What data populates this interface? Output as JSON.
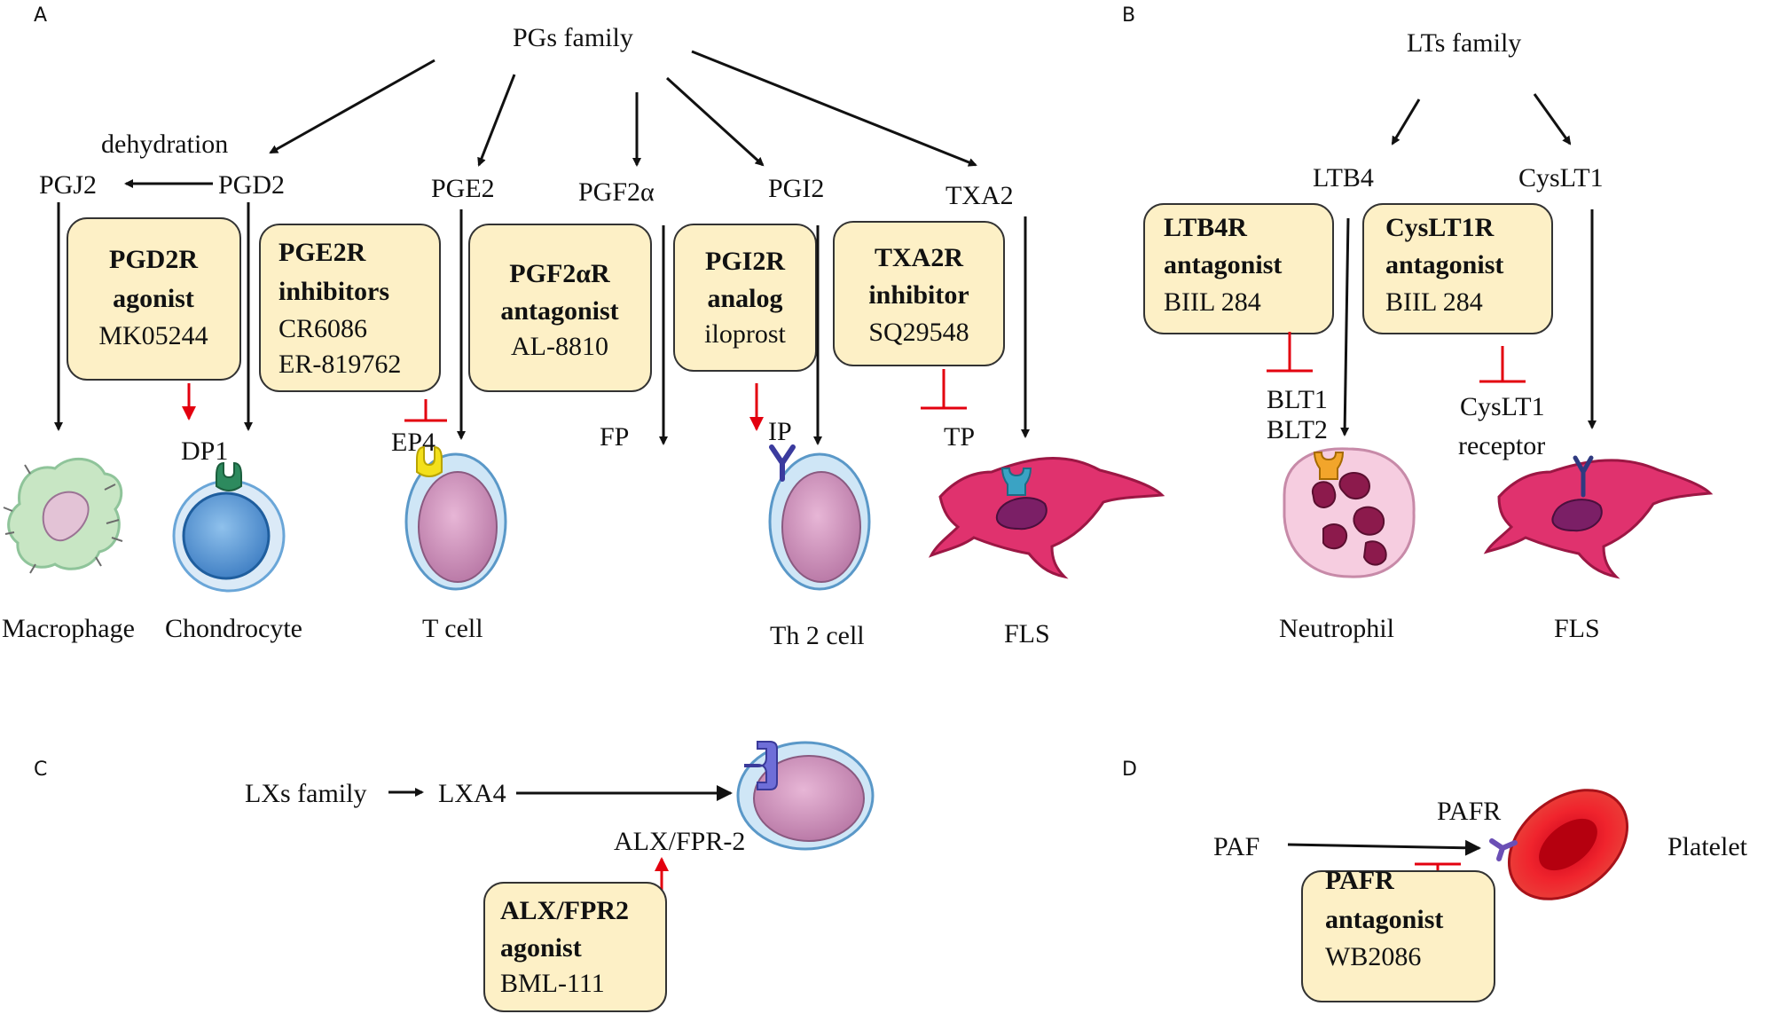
{
  "panels": {
    "a": "A",
    "b": "B",
    "c": "C",
    "d": "D"
  },
  "panel_a": {
    "family": "PGs family",
    "dehydration": "dehydration",
    "pgj2": "PGJ2",
    "pgd2": "PGD2",
    "pge2": "PGE2",
    "pgf2a": "PGF2α",
    "pgi2": "PGI2",
    "txa2": "TXA2",
    "box_pgd2r": [
      "PGD2R",
      "agonist",
      "MK05244"
    ],
    "box_pge2r": [
      "PGE2R",
      "inhibitors",
      "CR6086",
      "ER-819762"
    ],
    "box_pgf2ar": [
      "PGF2αR",
      "antagonist",
      "AL-8810"
    ],
    "box_pgi2r": [
      "PGI2R",
      "analog",
      "iloprost"
    ],
    "box_txa2r": [
      "TXA2R",
      "inhibitor",
      "SQ29548"
    ],
    "dp1": "DP1",
    "ep4": "EP4",
    "fp": "FP",
    "ip": "IP",
    "tp": "TP",
    "cells": {
      "macrophage": "Macrophage",
      "chondrocyte": "Chondrocyte",
      "tcell": "T cell",
      "th2": "Th 2 cell",
      "fls": "FLS"
    }
  },
  "panel_b": {
    "family": "LTs family",
    "ltb4": "LTB4",
    "cyslt1": "CysLT1",
    "box_ltb4r": [
      "LTB4R",
      "antagonist",
      "BIIL 284"
    ],
    "box_cyslt1r": [
      "CysLT1R",
      "antagonist",
      "BIIL 284"
    ],
    "blt1": "BLT1",
    "blt2": "BLT2",
    "cyslt1_receptor": [
      "CysLT1",
      "receptor"
    ],
    "cells": {
      "neutrophil": "Neutrophil",
      "fls": "FLS"
    }
  },
  "panel_c": {
    "family": "LXs family",
    "lxa4": "LXA4",
    "receptor": "ALX/FPR-2",
    "box": [
      "ALX/FPR2",
      "agonist",
      "BML-111"
    ]
  },
  "panel_d": {
    "paf": "PAF",
    "pafr": "PAFR",
    "platelet": "Platelet",
    "box": [
      "PAFR",
      "antagonist",
      "WB2086"
    ]
  },
  "colors": {
    "box_fill": "#fdf0c6",
    "activation_arrow": "#e3000f",
    "cell_pink": "#c98bb5",
    "fls_magenta": "#e0326e",
    "platelet_red": "#e8232a"
  }
}
